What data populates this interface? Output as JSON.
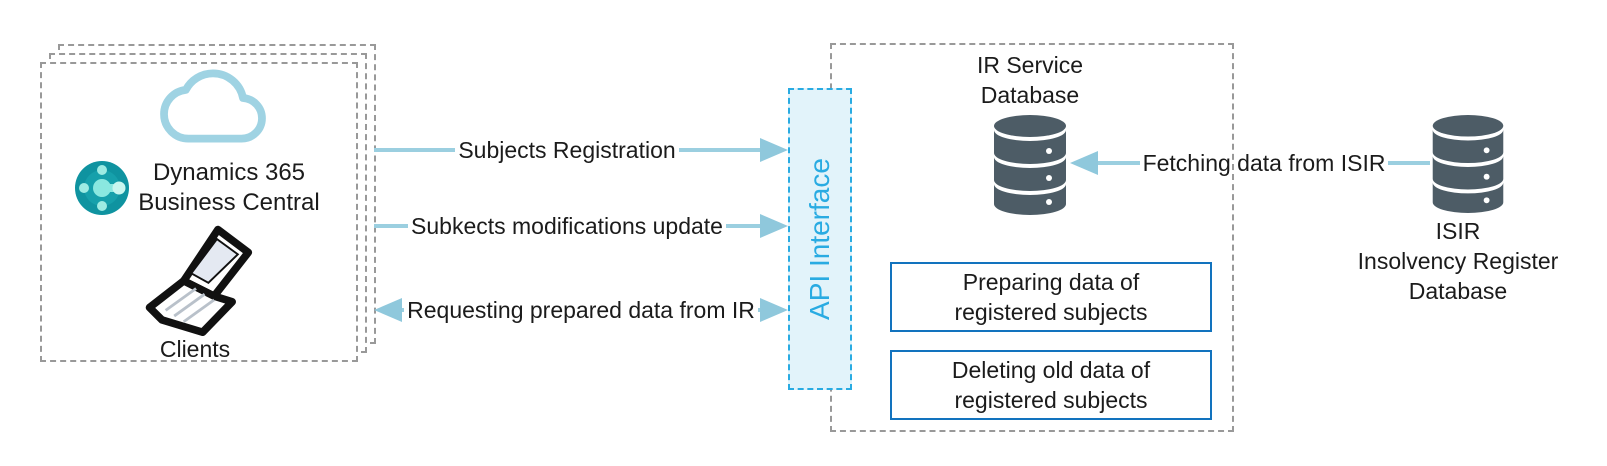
{
  "clients_group": {
    "title": [
      "Dynamics 365",
      "Business Central"
    ],
    "caption": "Clients",
    "icons": [
      "cloud-icon",
      "dynamics365-logo-icon",
      "laptop-icon"
    ]
  },
  "arrows": {
    "subjects_registration": {
      "label": "Subjects Registration",
      "direction": "right"
    },
    "modifications_update": {
      "label": "Subkects modifications update",
      "direction": "right"
    },
    "requesting_data": {
      "label": "Requesting prepared data from IR",
      "direction": "both"
    },
    "fetching_data": {
      "label": "Fetching data from ISIR",
      "direction": "left"
    }
  },
  "api_interface": {
    "label": "API Interface"
  },
  "ir_service": {
    "db_title": [
      "IR Service",
      "Database"
    ],
    "db_icon": "database-icon",
    "processes": [
      {
        "line1": "Preparing data of",
        "line2": "registered subjects"
      },
      {
        "line1": "Deleting old data of",
        "line2": "registered subjects"
      }
    ]
  },
  "isir": {
    "db_icon": "database-icon",
    "title": [
      "ISIR",
      "Insolvency Register",
      "Database"
    ]
  },
  "colors": {
    "arrow_line": "#9bcfe0",
    "arrow_head": "#8fc8dc",
    "api_accent": "#29abe2",
    "api_fill": "#e2f3fa",
    "database_icon": "#4d5c66",
    "process_border": "#1273be",
    "dashed_border": "#999999",
    "cloud": "#9fd3e3",
    "logo_teal": "#0f93a0"
  }
}
